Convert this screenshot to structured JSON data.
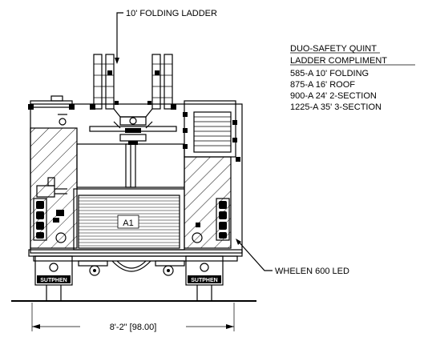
{
  "callouts": {
    "top_label": "10' FOLDING LADDER",
    "right_label": "WHELEN 600 LED",
    "compartment_label": "A1",
    "dimension_label": "8'-2\" [98.00]"
  },
  "ladder_list": {
    "title_line1": "DUO-SAFETY QUINT",
    "title_line2": "LADDER COMPLIMENT",
    "items": [
      "585-A 10' FOLDING",
      "875-A 16' ROOF",
      "900-A 24' 2-SECTION",
      "1225-A 35' 3-SECTION"
    ]
  },
  "mudflaps": {
    "left_text": "SUTPHEN",
    "right_text": "SUTPHEN"
  }
}
